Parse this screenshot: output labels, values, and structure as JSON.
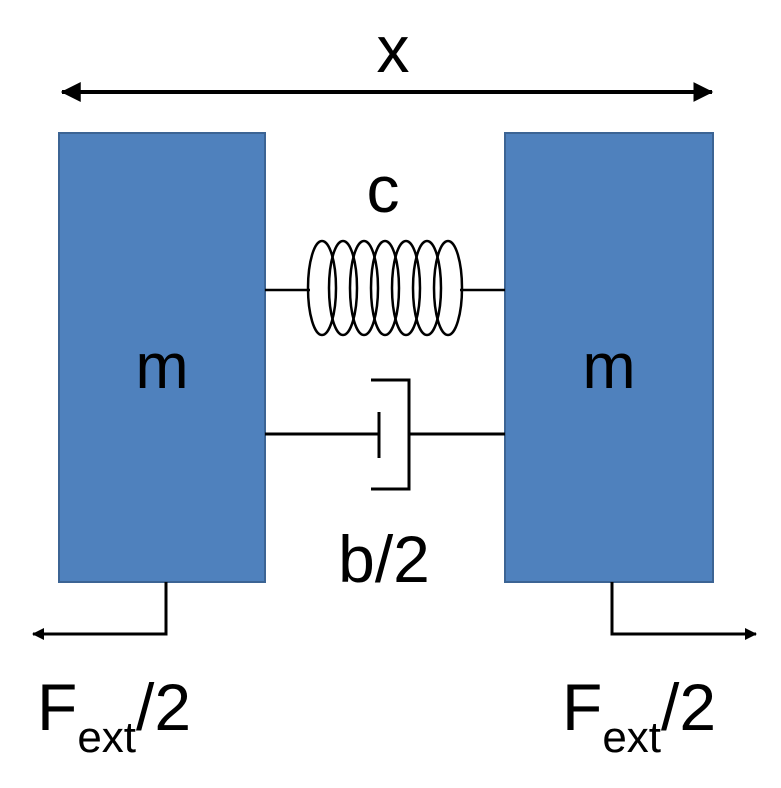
{
  "colors": {
    "mass_fill": "#4f81bd",
    "mass_stroke": "#3c6494",
    "line": "#000000"
  },
  "labels": {
    "displacement": "x",
    "spring": "c",
    "damper": "b/2",
    "mass_left": "m",
    "mass_right": "m",
    "force_left_main": "F",
    "force_left_sub": "ext",
    "force_left_tail": "/2",
    "force_right_main": "F",
    "force_right_sub": "ext",
    "force_right_tail": "/2"
  },
  "icons": {
    "spring": "coil-spring-icon",
    "damper": "dashpot-icon",
    "arrows": "arrow-icon"
  }
}
